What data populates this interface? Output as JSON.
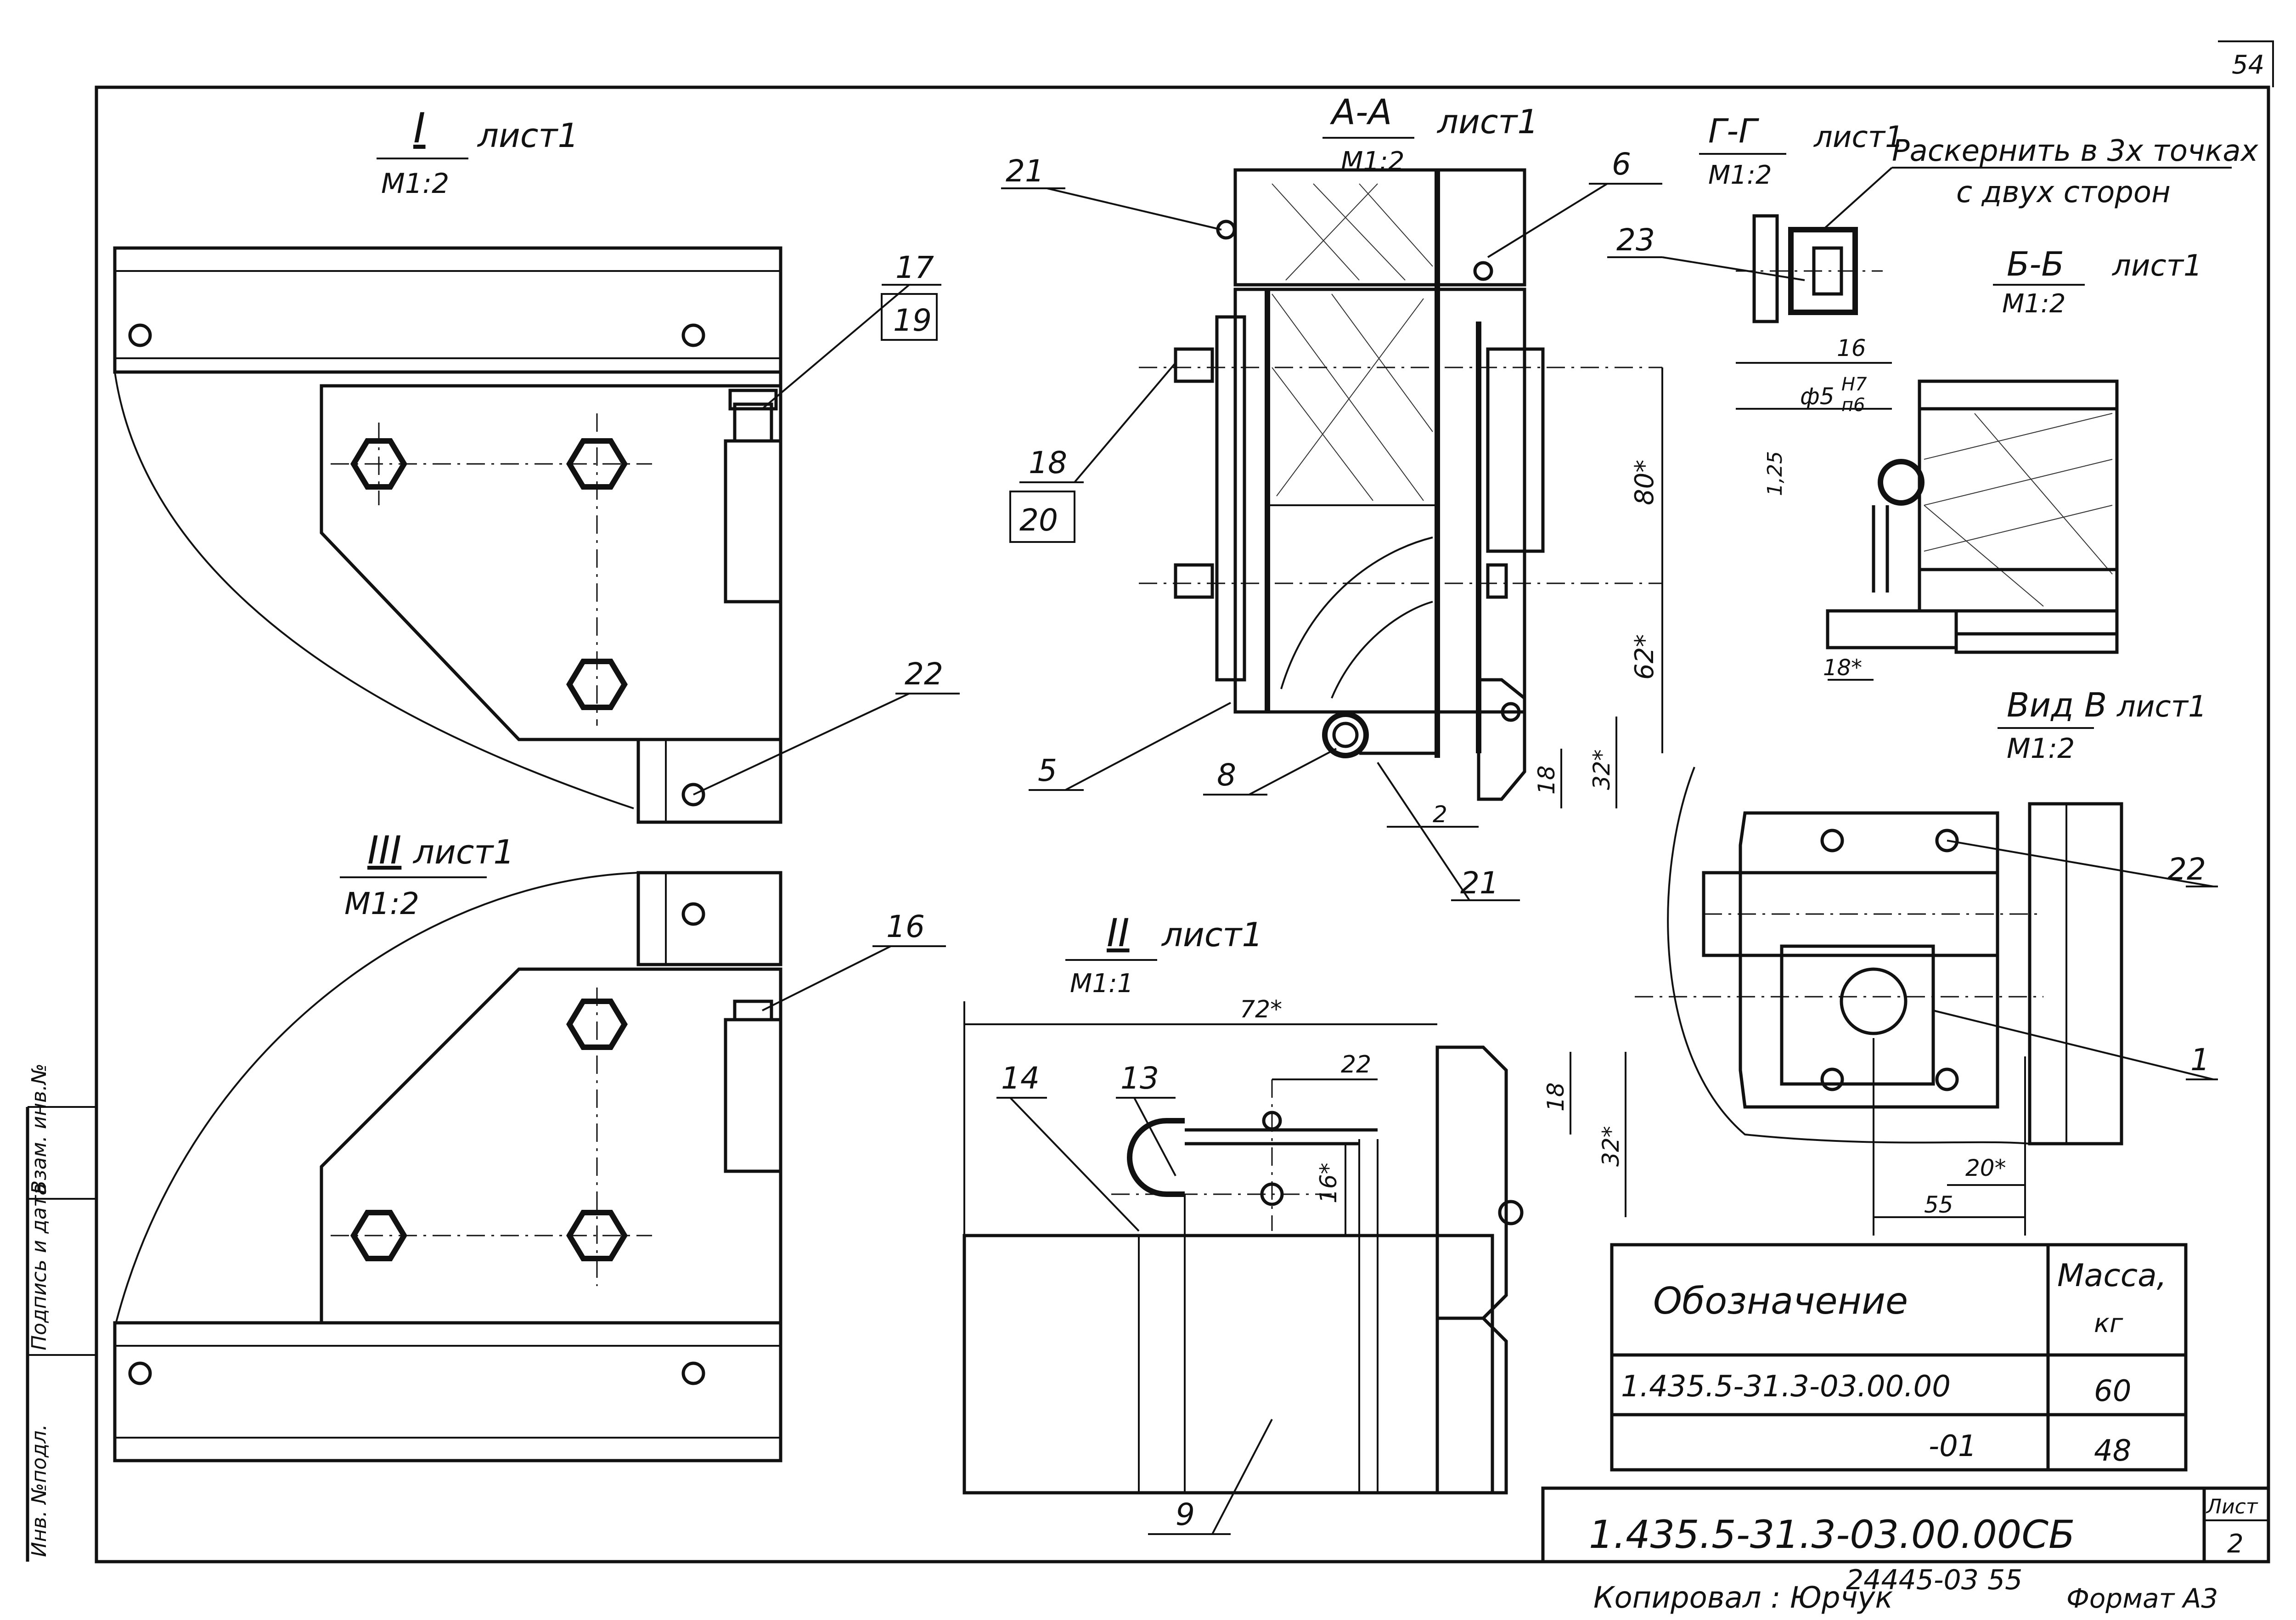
{
  "sheet_number": "54",
  "views": {
    "view_I": {
      "mark": "I",
      "sheet_ref": "лист1",
      "scale": "М1:2"
    },
    "view_III": {
      "mark": "III",
      "sheet_ref": "лист1",
      "scale": "М1:2"
    },
    "view_II": {
      "mark": "II",
      "sheet_ref": "лист1",
      "scale": "М1:1"
    },
    "section_AA": {
      "mark": "А-А",
      "sheet_ref": "лист1",
      "scale": "М1:2"
    },
    "section_GG": {
      "mark": "Г-Г",
      "sheet_ref": "лист1",
      "scale": "М1:2"
    },
    "section_BB": {
      "mark": "Б-Б",
      "sheet_ref": "лист1",
      "scale": "М1:2"
    },
    "view_V": {
      "mark": "Вид В",
      "sheet_ref": "лист1",
      "scale": "М1:2"
    }
  },
  "notes": {
    "punch_line1": "Раскернить в 3х точках",
    "punch_line2": "с двух сторон"
  },
  "callouts": [
    "17",
    "19",
    "22",
    "16",
    "21",
    "6",
    "18",
    "20",
    "5",
    "8",
    "21",
    "23",
    "22",
    "1",
    "14",
    "13",
    "9"
  ],
  "dimensions": {
    "aa_80": "80*",
    "aa_62": "62*",
    "aa_32": "32*",
    "aa_18": "18",
    "aa_2": "2",
    "gg_16": "16",
    "gg_fit": "ф5",
    "gg_fit_num": "Н7",
    "gg_fit_den": "п6",
    "bb_125": "1,25",
    "bb_18": "18*",
    "v_20": "20*",
    "v_55": "55",
    "ii_72": "72*",
    "ii_22": "22",
    "ii_18": "18",
    "ii_32": "32*",
    "ii_16": "16*"
  },
  "table": {
    "col_designation": "Обозначение",
    "col_mass": "Масса,",
    "col_mass_unit": "кг",
    "rows": [
      {
        "designation": "1.435.5-31.3-03.00.00",
        "mass": "60"
      },
      {
        "designation": "-01",
        "mass": "48"
      }
    ]
  },
  "title_block": {
    "doc_code": "1.435.5-31.3-03.00.00СБ",
    "sheet_label": "Лист",
    "sheet_value": "2"
  },
  "side_stamp": {
    "field1": "Инв. №подл.",
    "field2": "Подпись и дата",
    "field3": "Взам. инв.№"
  },
  "footer": {
    "copied_by": "Копировал : Юрчук",
    "archive_number": "24445-03  55",
    "format": "Формат А3"
  }
}
